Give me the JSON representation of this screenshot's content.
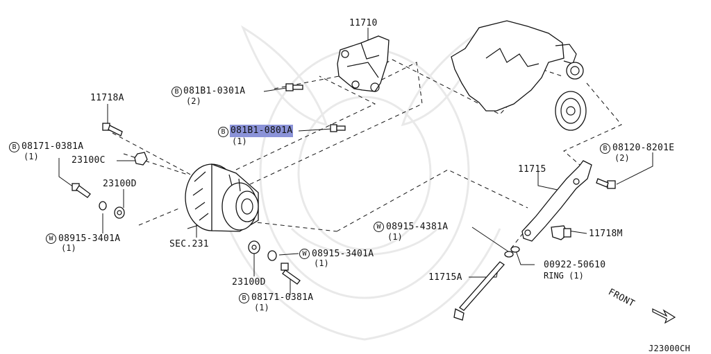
{
  "diagram_code": "J23000CH",
  "front_label": "FRONT",
  "labels": [
    {
      "id": "11710",
      "text": "11710"
    },
    {
      "id": "b_081b1_0301a",
      "badge": "B",
      "text": "081B1-0301A",
      "qty": "(2)"
    },
    {
      "id": "11718a",
      "text": "11718A"
    },
    {
      "id": "b_081b1_0801a",
      "badge": "B",
      "text": "081B1-0801A",
      "qty": "(1)",
      "highlighted": true
    },
    {
      "id": "b_08171_0381a_top",
      "badge": "B",
      "text": "08171-0381A",
      "qty": "(1)"
    },
    {
      "id": "23100c",
      "text": "23100C"
    },
    {
      "id": "23100d_left",
      "text": "23100D"
    },
    {
      "id": "w_08915_3401a_left",
      "badge": "W",
      "text": "08915-3401A",
      "qty": "(1)"
    },
    {
      "id": "sec231",
      "text": "SEC.231"
    },
    {
      "id": "w_08915_3401a_mid",
      "badge": "W",
      "text": "08915-3401A",
      "qty": "(1)"
    },
    {
      "id": "23100d_bottom",
      "text": "23100D"
    },
    {
      "id": "b_08171_0381a_bottom",
      "badge": "B",
      "text": "08171-0381A",
      "qty": "(1)"
    },
    {
      "id": "b_08120_8201e",
      "badge": "B",
      "text": "08120-8201E",
      "qty": "(2)"
    },
    {
      "id": "11715",
      "text": "11715"
    },
    {
      "id": "11718m",
      "text": "11718M"
    },
    {
      "id": "w_08915_4381a",
      "badge": "W",
      "text": "08915-4381A",
      "qty": "(1)"
    },
    {
      "id": "00922_50610",
      "text": "00922-50610",
      "qty": "RING (1)"
    },
    {
      "id": "11715a",
      "text": "11715A"
    }
  ],
  "colors": {
    "line": "#111111",
    "highlight": "#8b93d8",
    "background": "#ffffff",
    "watermark": "#e9e9e9"
  }
}
